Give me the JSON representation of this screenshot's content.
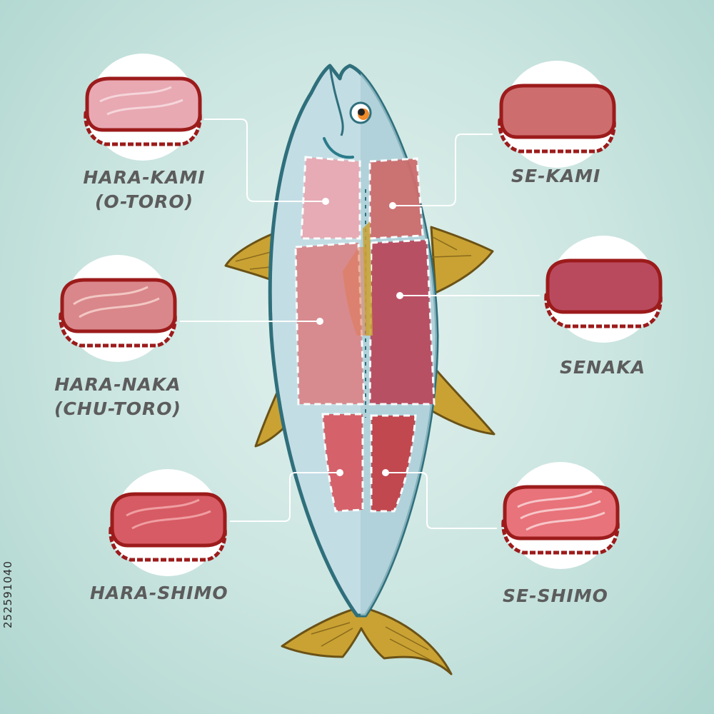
{
  "labels": {
    "hara_kami": {
      "line1": "HARA-KAMI",
      "line2": "(O-TORO)"
    },
    "hara_naka": {
      "line1": "HARA-NAKA",
      "line2": "(CHU-TORO)"
    },
    "hara_shimo": {
      "line1": "HARA-SHIMO"
    },
    "se_kami": {
      "line1": "SE-KAMI"
    },
    "senaka": {
      "line1": "SENAKA"
    },
    "se_shimo": {
      "line1": "SE-SHIMO"
    }
  },
  "stock_id": "252591040",
  "colors": {
    "label_text": "#5c5c5c",
    "connector": "#ffffff",
    "fish_outline": "#2f6f7c",
    "fish_body": "#c3dde4",
    "fin": "#c9a233",
    "sushi_border": "#9c1b1b",
    "rice": "#ffffff",
    "hara_kami": "#e8a9b3",
    "hara_naka": "#d9878a",
    "hara_shimo": "#d75b64",
    "se_kami": "#cd6d6e",
    "senaka": "#b94a5e",
    "se_shimo": "#c24148"
  },
  "icons": [
    "tuna-fish-icon",
    "sushi-icon",
    "eye-icon",
    "fin-icon",
    "tail-icon"
  ]
}
